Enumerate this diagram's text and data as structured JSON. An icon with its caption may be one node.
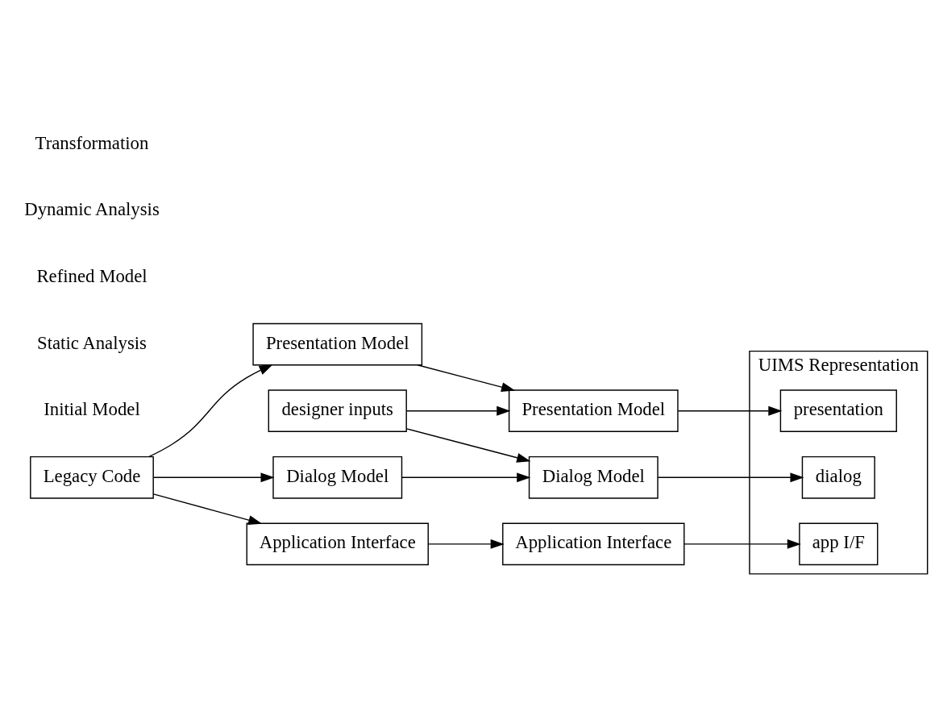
{
  "diagram": {
    "nodes": [
      {
        "text": [
          "Legacy Code"
        ]
      },
      {
        "text": [
          "Presentation Model"
        ]
      },
      {
        "text": [
          "Dialog Model"
        ]
      },
      {
        "text": [
          "Application Interface"
        ]
      },
      {
        "text": [
          "designer inputs"
        ]
      },
      {
        "text": [
          "Presentation Model"
        ]
      },
      {
        "text": [
          "Dialog Model"
        ]
      },
      {
        "text": [
          "Application Interface"
        ]
      },
      {
        "text": [
          "UIMS Representation"
        ]
      },
      {
        "text": [
          "presentation"
        ],
        "in": 8
      },
      {
        "text": [
          "dialog"
        ],
        "in": 8
      },
      {
        "text": [
          "app I/F"
        ],
        "in": 8
      }
    ],
    "edges": [
      {
        "from": 0,
        "to": 1,
        "arrow": "to"
      },
      {
        "from": 0,
        "to": 2,
        "arrow": "to"
      },
      {
        "from": 0,
        "to": 3,
        "arrow": "to"
      },
      {
        "from": 1,
        "to": 5,
        "arrow": "to"
      },
      {
        "from": 2,
        "to": 6,
        "arrow": "to"
      },
      {
        "from": 3,
        "to": 7,
        "arrow": "to"
      },
      {
        "from": 4,
        "to": 5,
        "arrow": "to"
      },
      {
        "from": 4,
        "to": 6,
        "arrow": "to"
      },
      {
        "from": 5,
        "to": 9,
        "arrow": "to"
      },
      {
        "from": 6,
        "to": 10,
        "arrow": "to"
      },
      {
        "from": 7,
        "to": 11,
        "arrow": "to"
      }
    ],
    "labels": [
      "Initial Model",
      "Static Analysis",
      "Refined Model",
      "Dynamic Analysis",
      "Transformation"
    ]
  }
}
